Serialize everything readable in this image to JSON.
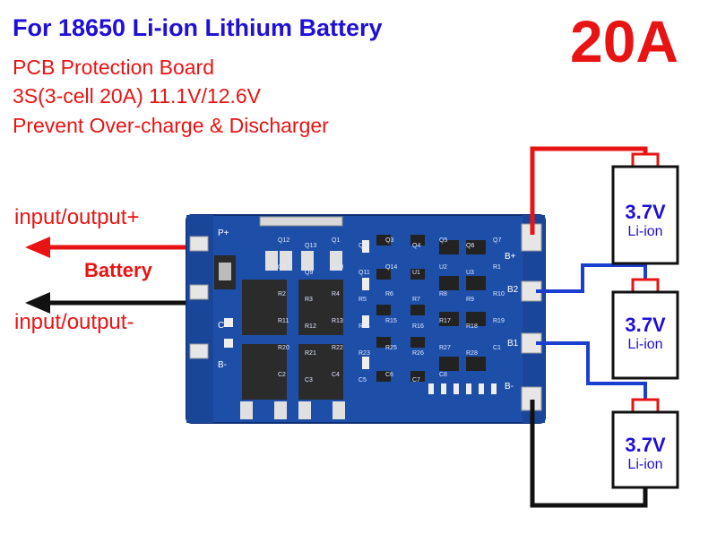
{
  "header": {
    "title": "For 18650 Li-ion Lithium Battery",
    "big_current": "20A",
    "lines": [
      "PCB Protection Board",
      "3S(3-cell 20A) 11.1V/12.6V",
      "Prevent Over-charge & Discharger"
    ]
  },
  "io": {
    "positive": "input/output+",
    "battery": "Battery",
    "negative": "input/output-"
  },
  "cells": [
    {
      "voltage": "3.7V",
      "chem": "Li-ion"
    },
    {
      "voltage": "3.7V",
      "chem": "Li-ion"
    },
    {
      "voltage": "3.7V",
      "chem": "Li-ion"
    }
  ],
  "pcb": {
    "pads": {
      "p_plus": "P+",
      "c_minus": "C-",
      "b_minus_left": "B-",
      "b_plus": "B+",
      "b2": "B2",
      "b1": "B1",
      "b_minus_right": "B-"
    },
    "silk": [
      "Q12",
      "Q13",
      "Q1",
      "Q2",
      "Q3",
      "Q4",
      "Q5",
      "Q6",
      "Q7",
      "Q8",
      "Q9",
      "Q10",
      "Q11",
      "Q14",
      "U1",
      "U2",
      "U3",
      "R1",
      "R2",
      "R3",
      "R4",
      "R5",
      "R6",
      "R7",
      "R8",
      "R9",
      "R10",
      "R11",
      "R12",
      "R13",
      "R14",
      "R15",
      "R16",
      "R17",
      "R18",
      "R19",
      "R20",
      "R21",
      "R22",
      "R23",
      "R25",
      "R26",
      "R27",
      "R28",
      "C1",
      "C2",
      "C3",
      "C4",
      "C5",
      "C6",
      "C7",
      "C8"
    ]
  },
  "colors": {
    "title": "#1f10d8",
    "accent": "#e81414",
    "pcb": "#1e4fa8",
    "wire_positive": "#e81414",
    "wire_negative": "#111111",
    "wire_balance": "#1a3fd0"
  }
}
